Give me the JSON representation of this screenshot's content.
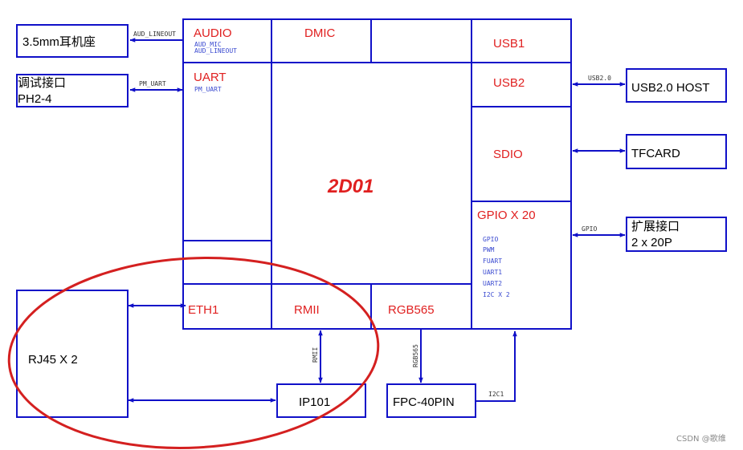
{
  "chip": {
    "name": "2D01",
    "audio": "AUDIO",
    "audio_sig1": "AUD_MIC",
    "audio_sig2": "AUD_LINEOUT",
    "dmic": "DMIC",
    "usb1": "USB1",
    "usb2": "USB2",
    "uart": "UART",
    "uart_sig": "PM_UART",
    "sdio": "SDIO",
    "gpio": "GPIO X 20",
    "gpio_list": [
      "GPIO",
      "PWM",
      "FUART",
      "UART1",
      "UART2",
      "I2C X 2"
    ],
    "eth1": "ETH1",
    "rmii": "RMII",
    "rgb565": "RGB565"
  },
  "left": {
    "headphone": "3.5mm耳机座",
    "headphone_link": "AUD_LINEOUT",
    "debug_line1": "调试接口",
    "debug_line2": "PH2-4",
    "debug_link": "PM_UART",
    "rj45": "RJ45 X 2"
  },
  "right": {
    "usb_host": "USB2.0 HOST",
    "usb_link": "USB2.0",
    "tfcard": "TFCARD",
    "ext_line1": "扩展接口",
    "ext_line2": "2 x 20P",
    "ext_link": "GPIO"
  },
  "bottom": {
    "ip101": "IP101",
    "rmii_link": "RMII",
    "fpc": "FPC-40PIN",
    "rgb_link": "RGB565",
    "i2c_link": "I2C1"
  },
  "watermark": "CSDN @歌维",
  "colors": {
    "box": "#1010c8",
    "chip_label": "#e02020",
    "highlight": "#d42020"
  }
}
